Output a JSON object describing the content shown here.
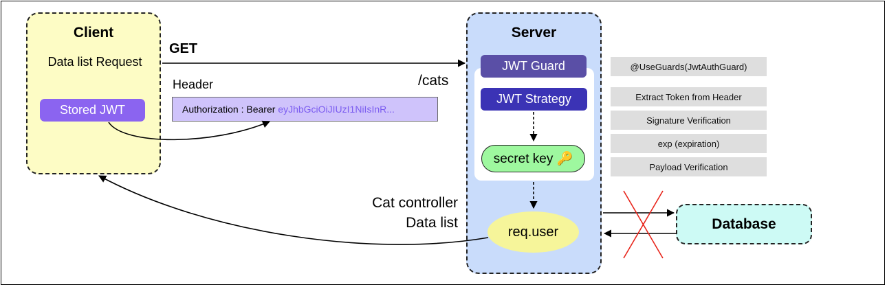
{
  "client": {
    "title": "Client",
    "request_label": "Data list Request",
    "stored_jwt": "Stored JWT"
  },
  "request": {
    "method": "GET",
    "path": "/cats",
    "header_label": "Header",
    "auth_prefix": "Authorization : Bearer ",
    "token": "eyJhbGciOiJIUzI1NiIsInR..."
  },
  "server": {
    "title": "Server",
    "jwt_guard": "JWT Guard",
    "jwt_strategy": "JWT Strategy",
    "secret_key": "secret key 🔑",
    "req_user": "req.user",
    "controller_label": "Cat controller",
    "data_list_label": "Data list"
  },
  "notes": {
    "use_guards": "@UseGuards(JwtAuthGuard)",
    "steps": [
      "Extract Token from Header",
      "Signature Verification",
      "exp (expiration)",
      "Payload Verification"
    ]
  },
  "database": {
    "title": "Database"
  },
  "colors": {
    "client_bg": "#fdfcc5",
    "server_bg": "#c9dcfb",
    "database_bg": "#cdfaf5",
    "guard": "#5a4fa6",
    "strategy": "#3b33b5",
    "stored_jwt": "#8b64f0",
    "header_box": "#cfc3fb",
    "token_text": "#7b5cf0",
    "secret_key_bg": "#9ef89f",
    "req_user_bg": "#f6f59a",
    "cross": "#e8241a"
  }
}
